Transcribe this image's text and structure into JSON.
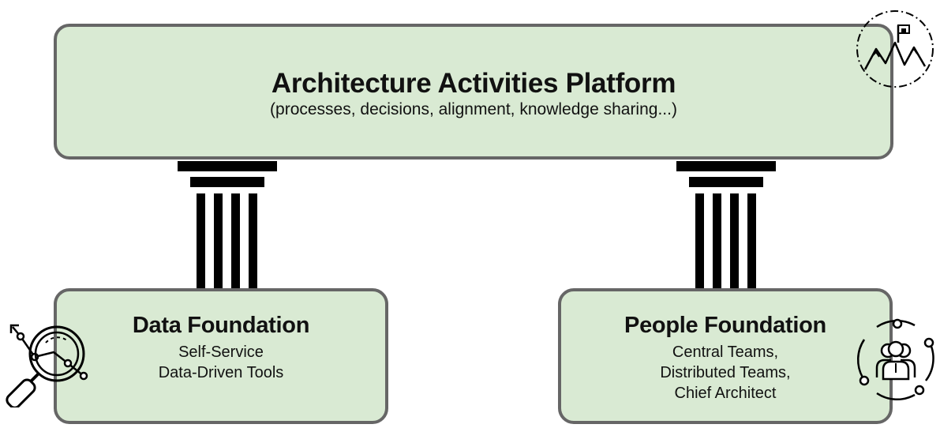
{
  "platform": {
    "title": "Architecture Activities Platform",
    "subtitle": "(processes, decisions, alignment, knowledge sharing...)"
  },
  "data_foundation": {
    "title": "Data Foundation",
    "lines": [
      "Self-Service",
      "Data-Driven Tools"
    ]
  },
  "people_foundation": {
    "title": "People Foundation",
    "lines": [
      "Central Teams,",
      "Distributed Teams,",
      "Chief Architect"
    ]
  },
  "icons": {
    "platform_icon": "mountain-summit-flag-icon",
    "data_icon": "magnifier-analytics-icon",
    "people_icon": "team-network-icon"
  },
  "colors": {
    "box_fill": "#d9ead3",
    "box_border": "#666666",
    "pillar": "#000000"
  }
}
